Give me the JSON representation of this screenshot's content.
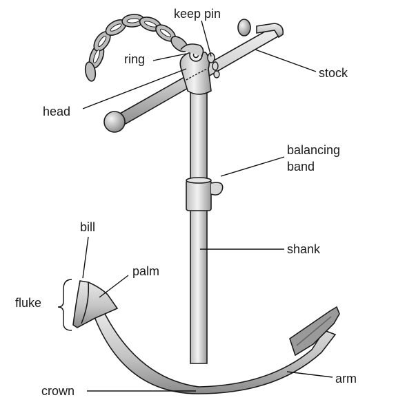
{
  "labels": {
    "keep_pin": "keep pin",
    "ring": "ring",
    "stock": "stock",
    "head": "head",
    "balancing_band_1": "balancing",
    "balancing_band_2": "band",
    "shank": "shank",
    "bill": "bill",
    "palm": "palm",
    "fluke": "fluke",
    "arm": "arm",
    "crown": "crown"
  },
  "colors": {
    "metal_light": "#e2e2e2",
    "metal_mid": "#bdbdbd",
    "metal_dark": "#8d8d8d",
    "outline": "#1a1a1a",
    "text": "#1a1a1a",
    "background": "#ffffff"
  }
}
